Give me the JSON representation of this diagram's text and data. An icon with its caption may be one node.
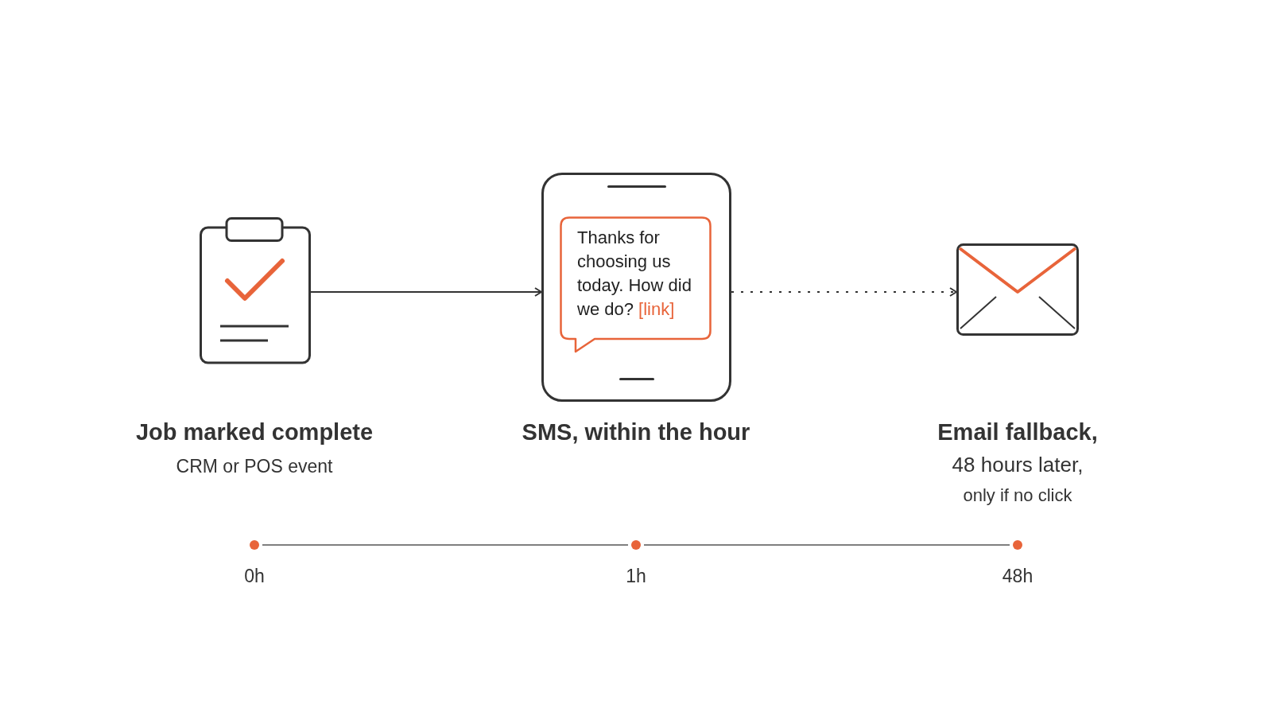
{
  "diagram": {
    "nodes": [
      {
        "text": [],
        "shape": "picture",
        "beside": [
          "Job marked complete",
          "CRM or POS event"
        ]
      },
      {
        "text": [],
        "shape": "box",
        "beside": [
          "SMS, within the hour"
        ]
      },
      {
        "text": [
          "Thanks for choosing us today. How did we do?",
          "[link]"
        ],
        "in": 1
      },
      {
        "text": [],
        "shape": "picture",
        "beside": [
          "Email fallback,",
          "48 hours later,",
          "only if no click"
        ]
      }
    ],
    "edges": [
      {
        "from": 0,
        "to": 1,
        "arrow": "to"
      },
      {
        "from": 1,
        "to": 3,
        "arrow": "to",
        "style": "dashed"
      }
    ],
    "labels": [
      "0h",
      "1h",
      "48h"
    ]
  }
}
